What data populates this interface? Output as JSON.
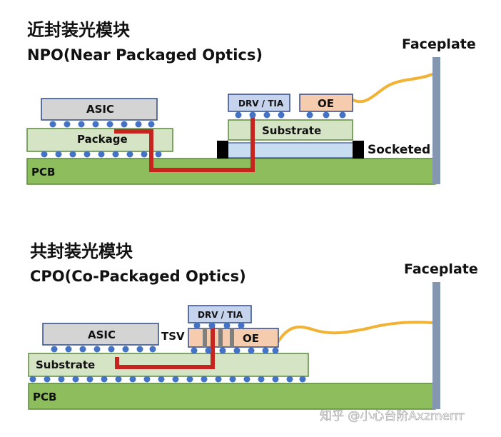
{
  "npo": {
    "title_cn": "近封装光模块",
    "title_en": "NPO(Near Packaged Optics)",
    "faceplate": "Faceplate",
    "asic": "ASIC",
    "package": "Package",
    "pcb": "PCB",
    "drv_tia": "DRV / TIA",
    "oe": "OE",
    "substrate": "Substrate",
    "socketed": "Socketed"
  },
  "cpo": {
    "title_cn": "共封装光模块",
    "title_en": "CPO(Co-Packaged Optics)",
    "faceplate": "Faceplate",
    "asic": "ASIC",
    "tsv": "TSV",
    "drv_tia": "DRV / TIA",
    "oe": "OE",
    "substrate": "Substrate",
    "pcb": "PCB"
  },
  "watermark": "知乎 @小心台阶Axzmerrr",
  "colors": {
    "pcb": "#8dbd5c",
    "package": "#d6e4c6",
    "chip": "#d4d4d4",
    "drv": "#c5d3ec",
    "oe": "#f5ccae",
    "socket": "#c9ddf0",
    "trace": "#c6241e",
    "bump": "#4472c4",
    "fiber": "#f2b233",
    "faceplate": "#8496b0"
  }
}
